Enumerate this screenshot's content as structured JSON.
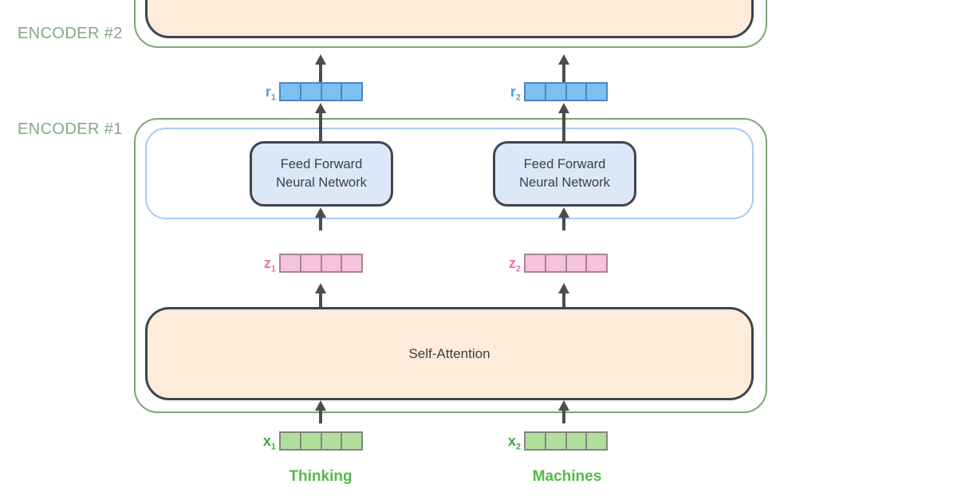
{
  "diagram": {
    "labels": {
      "encoder2": "ENCODER #2",
      "encoder1": "ENCODER #1"
    },
    "feed_forward": {
      "line1": "Feed Forward",
      "line2": "Neural Network"
    },
    "self_attention": "Self-Attention",
    "vectors": {
      "r1": {
        "base": "r",
        "sub": "1",
        "cells": 4
      },
      "r2": {
        "base": "r",
        "sub": "2",
        "cells": 4
      },
      "z1": {
        "base": "z",
        "sub": "1",
        "cells": 4
      },
      "z2": {
        "base": "z",
        "sub": "2",
        "cells": 4
      },
      "x1": {
        "base": "x",
        "sub": "1",
        "cells": 4
      },
      "x2": {
        "base": "x",
        "sub": "2",
        "cells": 4
      }
    },
    "tokens": {
      "word1": "Thinking",
      "word2": "Machines"
    }
  },
  "colors": {
    "encoder-border": "#80a378",
    "encoder-label": "#85a885",
    "inner-blue-border": "#a6cbf3",
    "box-border": "#3e4450",
    "box-text": "#3b4147",
    "ff-fill": "#dce8f8",
    "sa-fill": "#fcecd9",
    "r-fill": "#7cc0f2",
    "r-border": "#4a86c8",
    "r-label": "#4a9fe0",
    "z-fill": "#f5c3dd",
    "z-border": "#aa829b",
    "z-label": "#ef6fae",
    "x-fill": "#b1de9b",
    "x-border": "#848484",
    "x-label": "#3cab43",
    "token-text": "#54b948",
    "arrow": "#4d4d4d"
  }
}
